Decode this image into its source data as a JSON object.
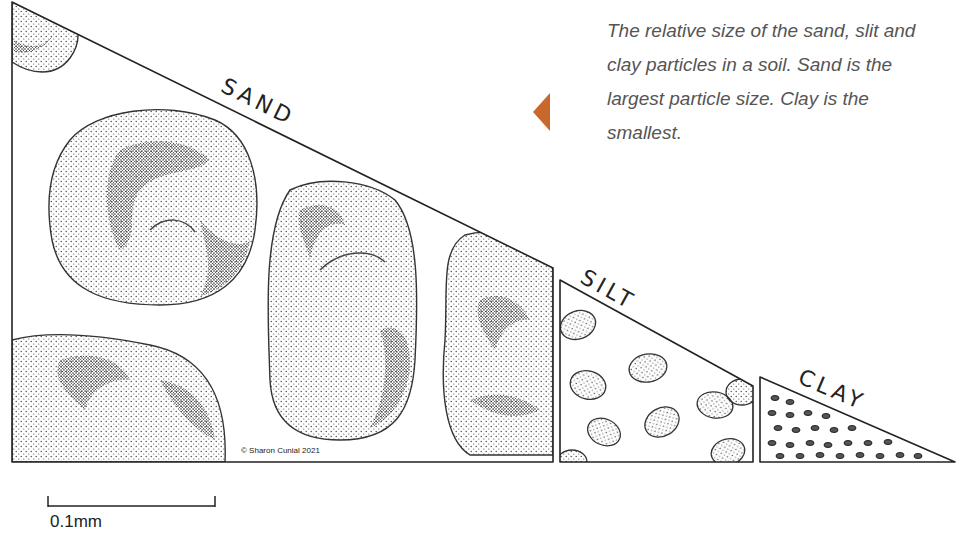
{
  "diagram": {
    "caption": "The relative size of the sand, slit and clay particles in a soil. Sand is the largest particle size. Clay is the smallest.",
    "nodes": [
      {
        "text": [
          "SAND"
        ]
      },
      {
        "text": [
          "SILT"
        ]
      },
      {
        "text": [
          "CLAY"
        ]
      }
    ],
    "labels": [
      "0.1mm",
      "© Sharon Cunial 2021"
    ]
  }
}
